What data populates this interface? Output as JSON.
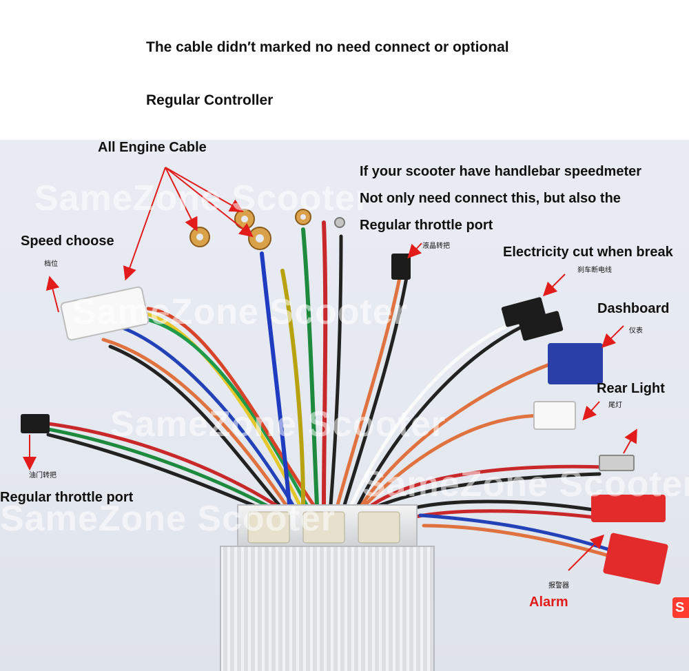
{
  "header": {
    "note": "The cable didn′t marked no need connect or optional",
    "subtitle": "Regular Controller"
  },
  "labels": {
    "all_engine_cable": "All Engine Cable",
    "speedmeter_line1": "If your scooter have handlebar speedmeter",
    "speedmeter_line2": "Not only need connect this, but also the",
    "speedmeter_line3": "Regular throttle port",
    "speed_choose": "Speed choose",
    "speed_choose_cn": "档位",
    "lcd_throttle_cn": "液晶转把",
    "electricity_cut": "Electricity cut when break",
    "brake_cn": "刹车断电线",
    "dashboard": "Dashboard",
    "dashboard_cn": "仪表",
    "rear_light": "Rear Light",
    "rear_light_cn": "尾灯",
    "throttle_cn": "油门转把",
    "regular_throttle_port": "Regular throttle port",
    "alarm_cn": "报警器",
    "alarm": "Alarm"
  },
  "watermark": "SameZone Scooter",
  "logo": "S",
  "colors": {
    "annotation_arrow": "#e21b1b",
    "alarm_text": "#e21b1b",
    "background_photo": "#e6e9f0"
  }
}
